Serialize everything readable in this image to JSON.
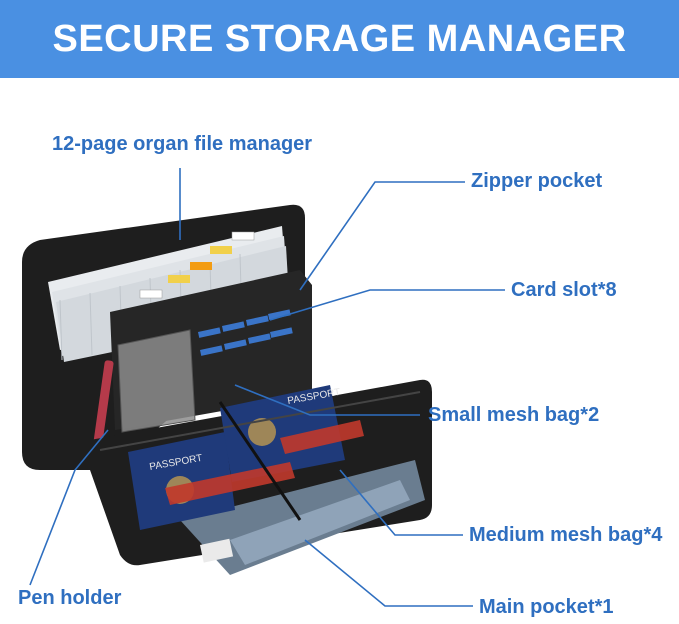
{
  "banner": {
    "title": "SECURE STORAGE MANAGER",
    "color": "#4a90e2"
  },
  "labels": {
    "organ_file": "12-page organ file manager",
    "zipper_pocket": "Zipper pocket",
    "card_slot": "Card slot",
    "card_slot_count": "*8",
    "small_mesh": "Small mesh bag",
    "small_mesh_count": "*2",
    "pen_holder": "Pen holder",
    "medium_mesh": "Medium mesh bag",
    "medium_mesh_count": "*4",
    "main_pocket": "Main pocket",
    "main_pocket_count": "*1"
  },
  "product": {
    "passport_text": "PASSPORT",
    "colors": {
      "case": "#1e1e1e",
      "passport": "#1f3a7a",
      "strap": "#c0392b",
      "label": "#2f6fc0"
    }
  }
}
